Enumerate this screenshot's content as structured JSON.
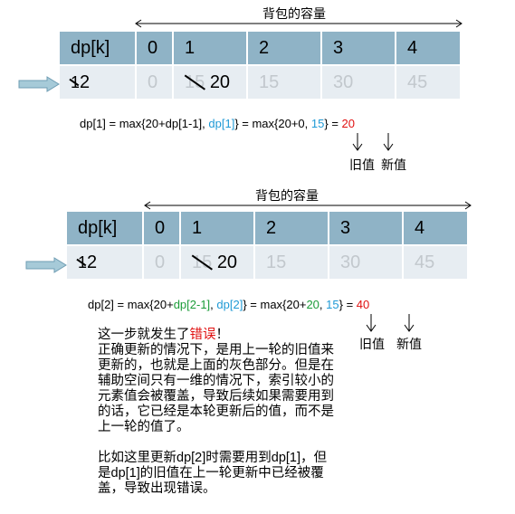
{
  "capacity_label": "背包的容量",
  "table1": {
    "headers": [
      "dp[k]",
      "0",
      "1",
      "2",
      "3",
      "4"
    ],
    "row": {
      "k_old": "1",
      "k_new": "2",
      "v0": "0",
      "v1_old": "15",
      "v1_new": "20",
      "v2": "15",
      "v3": "30",
      "v4": "45"
    }
  },
  "formula1": {
    "lhs": "dp[1] = max{20+dp[1-1], ",
    "blue_term": "dp[1]",
    "mid": "}  = max{20+0, ",
    "blue_val": "15",
    "eq": "} = ",
    "result": "20"
  },
  "labels": {
    "old_value": "旧值",
    "new_value": "新值"
  },
  "table2": {
    "headers": [
      "dp[k]",
      "0",
      "1",
      "2",
      "3",
      "4"
    ],
    "row": {
      "k_old": "1",
      "k_new": "2",
      "v0": "0",
      "v1_old": "15",
      "v1_new": "20",
      "v2": "15",
      "v3": "30",
      "v4": "45"
    }
  },
  "formula2": {
    "lhs": "dp[2] = max{20+",
    "green_term": "dp[2-1]",
    "comma": ", ",
    "blue_term": "dp[2]",
    "mid": "}  = max{20+",
    "green_val": "20",
    "comma2": ", ",
    "blue_val": "15",
    "eq": "} = ",
    "result": "40"
  },
  "note": {
    "line1_pre": "这一步就发生了",
    "line1_red": "错误",
    "line1_post": "！",
    "para1": "正确更新的情况下，是用上一轮的旧值来更新的，也就是上面的灰色部分。但是在辅助空间只有一维的情况下，索引较小的元素值会被覆盖，导致后续如果需要用到的话，它已经是本轮更新后的值，而不是上一轮的值了。",
    "para2": "比如这里更新dp[2]时需要用到dp[1]，但是dp[1]的旧值在上一轮更新中已经被覆盖，导致出现错误。"
  }
}
